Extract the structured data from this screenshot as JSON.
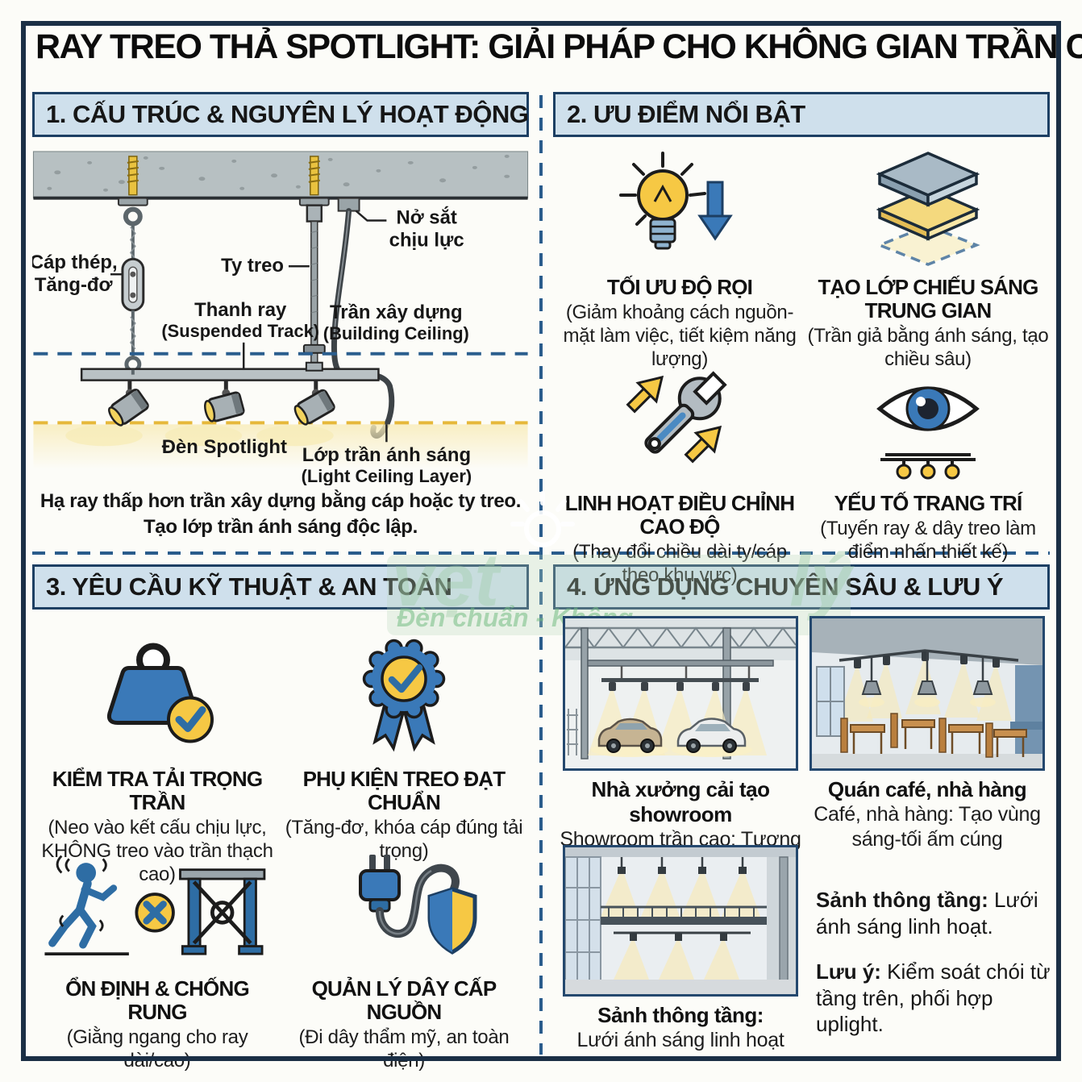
{
  "title": "RAY TREO THẢ SPOTLIGHT: GIẢI PHÁP CHO KHÔNG GIAN TRẦN CAO",
  "watermark": {
    "fragment_left": "vẹt",
    "fragment_right": "lý",
    "slogan": "Đèn chuẩn - Không"
  },
  "colors": {
    "header_bg": "#cfe0ec",
    "header_border": "#1d3f63",
    "frame": "#1b2f45",
    "dash_blue": "#2a5c8c",
    "dash_yellow": "#e6b83a",
    "icon_blue": "#3a79b8",
    "icon_yellow": "#f6c844",
    "glow": "#f8ecc0"
  },
  "section1": {
    "heading": "1. CẤU TRÚC & NGUYÊN LÝ HOẠT ĐỘNG",
    "labels": {
      "no_sat_1": "Nở sắt",
      "no_sat_2": "chịu lực",
      "cap_thep_1": "Cáp thép,",
      "cap_thep_2": "Tăng-đơ",
      "ty_treo": "Ty treo",
      "thanh_ray_1": "Thanh ray",
      "thanh_ray_2": "(Suspended Track)",
      "tran_xay_dung_1": "Trần xây dựng",
      "tran_xay_dung_2": "(Building Ceiling)",
      "den_spotlight": "Đèn Spotlight",
      "lop_tran_1": "Lớp trần ánh sáng",
      "lop_tran_2": "(Light Ceiling Layer)"
    },
    "caption_1": "Hạ ray thấp hơn trần xây dựng bằng cáp hoặc ty treo.",
    "caption_2": "Tạo lớp trần ánh sáng độc lập."
  },
  "section2": {
    "heading": "2. ƯU ĐIỂM NỔI BẬT",
    "items": [
      {
        "icon": "bulb-efficiency-icon",
        "title": "TỐI ƯU ĐỘ RỌI",
        "desc": "(Giảm khoảng cách nguồn-mặt làm việc, tiết kiệm năng lượng)"
      },
      {
        "icon": "light-layers-icon",
        "title": "TẠO LỚP CHIẾU SÁNG TRUNG GIAN",
        "desc": "(Trần giả bằng ánh sáng, tạo chiều sâu)"
      },
      {
        "icon": "height-adjust-wrench-icon",
        "title": "LINH HOẠT ĐIỀU CHỈNH CAO ĐỘ",
        "desc": "(Thay đổi chiều dài ty/cáp theo khu vực)"
      },
      {
        "icon": "decor-eye-icon",
        "title": "YẾU TỐ TRANG TRÍ",
        "desc": "(Tuyến ray & dây treo làm điểm nhấn thiết kế)"
      }
    ]
  },
  "section3": {
    "heading": "3. YÊU CẦU KỸ THUẬT & AN TOÀN",
    "items": [
      {
        "icon": "load-check-weight-icon",
        "title": "KIỂM TRA TẢI TRỌNG TRẦN",
        "desc": "(Neo vào kết cấu chịu lực, KHÔNG treo vào trần thạch cao)"
      },
      {
        "icon": "certified-badge-icon",
        "title": "PHỤ KIỆN TREO ĐẠT CHUẨN",
        "desc": "(Tăng-đơ, khóa cáp đúng tải trọng)"
      },
      {
        "icon": "anti-vibration-icon",
        "title": "ỔN ĐỊNH & CHỐNG RUNG",
        "desc": "(Giằng ngang cho ray dài/cao)"
      },
      {
        "icon": "power-cable-shield-icon",
        "title": "QUẢN LÝ DÂY CẤP NGUỒN",
        "desc": "(Đi dây thẩm mỹ, an toàn điện)"
      }
    ]
  },
  "section4": {
    "heading": "4. ỨNG DỤNG CHUYÊN SÂU & LƯU Ý",
    "cards": [
      {
        "scene": "showroom-scene",
        "caption_bold": "Nhà xưởng cải tạo showroom",
        "caption": "Showroom trần cao: Tương phản với nền industrial"
      },
      {
        "scene": "cafe-scene",
        "caption_bold": "Quán café, nhà hàng",
        "caption": "Café, nhà hàng: Tạo vùng sáng-tối ấm cúng"
      },
      {
        "scene": "atrium-scene",
        "caption_bold": "Sảnh thông tầng:",
        "caption": "Lưới ánh sáng linh hoạt"
      }
    ],
    "notes": [
      {
        "label": "Sảnh thông tầng:",
        "text": " Lưới ánh sáng linh hoạt."
      },
      {
        "label": "Lưu ý:",
        "text": " Kiểm soát chói từ tầng trên, phối hợp uplight."
      }
    ]
  }
}
